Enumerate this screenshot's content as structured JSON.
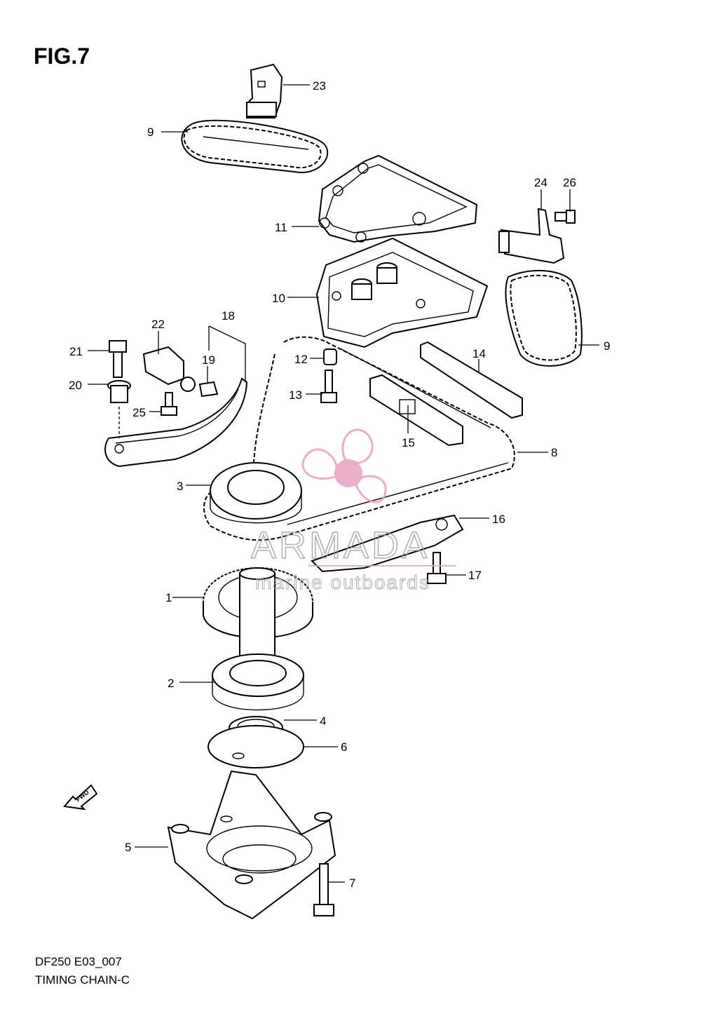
{
  "figure": {
    "title": "FIG.7"
  },
  "footer": {
    "model_code": "DF250 E03_007",
    "section_title": "TIMING CHAIN-C"
  },
  "watermark": {
    "brand": "ARMADA",
    "tagline": "marine outboards",
    "color": "#e8a0c0"
  },
  "fwd_label": "FWD",
  "callouts": [
    "1",
    "2",
    "3",
    "4",
    "5",
    "6",
    "7",
    "8",
    "9",
    "9",
    "10",
    "11",
    "12",
    "13",
    "14",
    "15",
    "16",
    "17",
    "18",
    "19",
    "20",
    "21",
    "22",
    "23",
    "24",
    "25",
    "26"
  ]
}
